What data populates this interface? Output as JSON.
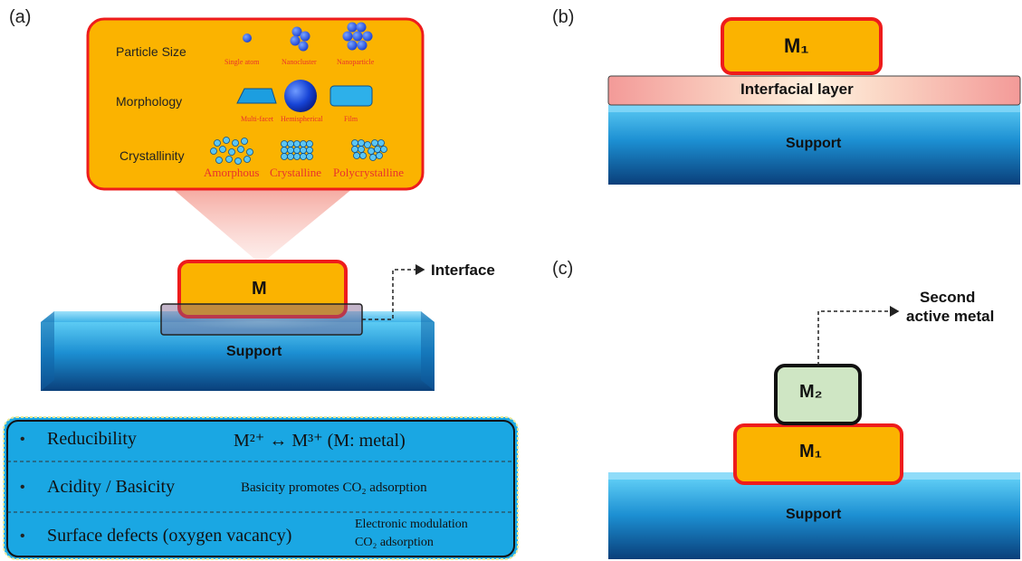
{
  "panels": {
    "a": "(a)",
    "b": "(b)",
    "c": "(c)"
  },
  "callout": {
    "rows": [
      {
        "label": "Particle Size",
        "items": [
          "Single atom",
          "Nanocluster",
          "Nanoparticle"
        ]
      },
      {
        "label": "Morphology",
        "items": [
          "Multi-facet",
          "Hemispherical",
          "Film"
        ]
      },
      {
        "label": "Crystallinity",
        "items": [
          "Amorphous",
          "Crystalline",
          "Polycrystalline"
        ]
      }
    ]
  },
  "panel_a": {
    "metal": "M",
    "support": "Support",
    "interface": "Interface"
  },
  "properties": [
    {
      "bullet": "•",
      "name": "Reducibility",
      "desc": "M²⁺ ↔ M³⁺ (M: metal)"
    },
    {
      "bullet": "•",
      "name": "Acidity / Basicity",
      "desc": "Basicity promotes CO₂ adsorption"
    },
    {
      "bullet": "•",
      "name": "Surface defects (oxygen vacancy)",
      "desc_line1": "Electronic modulation",
      "desc_line2": "CO₂ adsorption"
    }
  ],
  "panel_b": {
    "metal": "M₁",
    "interfacial_layer": "Interfacial layer",
    "support": "Support"
  },
  "panel_c": {
    "metal_1": "M₁",
    "metal_2": "M₂",
    "support": "Support",
    "callout_line1": "Second",
    "callout_line2": "active metal"
  },
  "colors": {
    "metal_fill": "#fbb300",
    "metal_border": "#ee1c1c",
    "support_top": "#4fc2f0",
    "support_bottom": "#0b4f8e",
    "callout_border": "#ee1c1c",
    "second_metal_fill": "#cfe6c4",
    "property_box": "#1aa7e3",
    "interfacial_layer": "#f6a3a3"
  }
}
